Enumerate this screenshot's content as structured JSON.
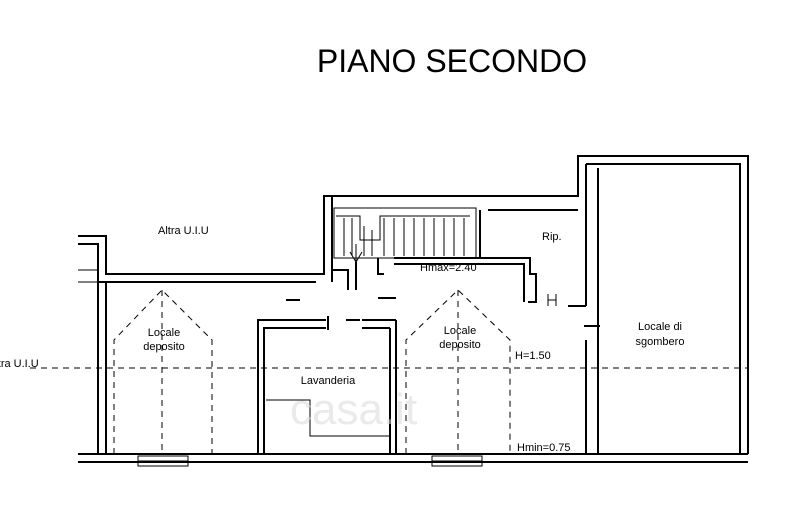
{
  "title": "PIANO SECONDO",
  "labels": {
    "altra_uiu_top": "Altra U.I.U",
    "altra_uiu_left": "Altra U.I.U",
    "rip": "Rip.",
    "hmax": "Hmax=2.40",
    "h150": "H=1.50",
    "hmin": "Hmin=0.75",
    "locale_deposito_1_line1": "Locale",
    "locale_deposito_1_line2": "deposito",
    "locale_deposito_2_line1": "Locale",
    "locale_deposito_2_line2": "deposito",
    "lavanderia": "Lavanderia",
    "sgombero_line1": "Locale di",
    "sgombero_line2": "sgombero"
  },
  "watermark": "casa.it",
  "colors": {
    "line": "#000000",
    "watermark": "#d9d9d9",
    "background": "#ffffff"
  }
}
